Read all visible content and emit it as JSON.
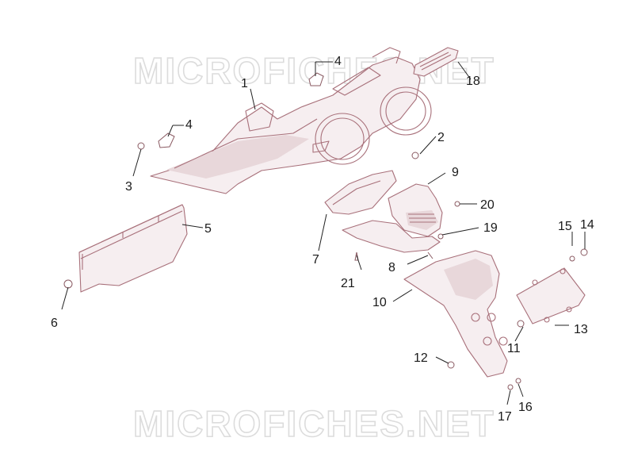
{
  "watermark": "MICROFICHES.NET",
  "callouts": {
    "c1": "1",
    "c2": "2",
    "c3": "3",
    "c4a": "4",
    "c4b": "4",
    "c5": "5",
    "c6": "6",
    "c7": "7",
    "c8": "8",
    "c9": "9",
    "c10": "10",
    "c11": "11",
    "c12": "12",
    "c13": "13",
    "c14": "14",
    "c15": "15",
    "c16": "16",
    "c17": "17",
    "c18": "18",
    "c19": "19",
    "c20": "20",
    "c21": "21"
  },
  "colors": {
    "line_art": "#a8707a",
    "text": "#1a1a1a",
    "watermark": "#dcdcdc"
  }
}
